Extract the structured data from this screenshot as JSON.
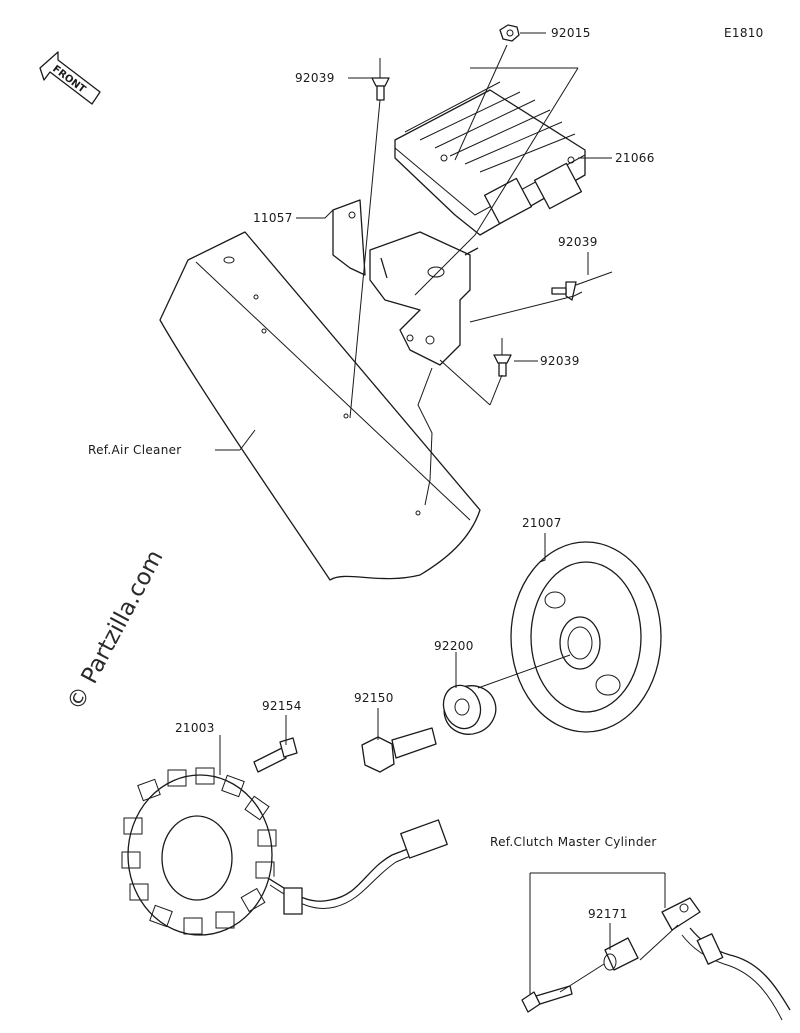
{
  "diagram_code": "E1810",
  "watermark": "© Partzilla.com",
  "front_label": "FRONT",
  "callouts": {
    "nut_92015": "92015",
    "rivet_top": "92039",
    "regulator": "21066",
    "bracket": "11057",
    "rivet_right_upper": "92039",
    "rivet_right_lower": "92039",
    "rotor": "21007",
    "washer": "92200",
    "bolt_92150": "92150",
    "bolt_92154": "92154",
    "stator": "21003",
    "collar": "92171"
  },
  "references": {
    "air_cleaner": "Ref.Air Cleaner",
    "clutch_master_cylinder": "Ref.Clutch Master Cylinder"
  }
}
